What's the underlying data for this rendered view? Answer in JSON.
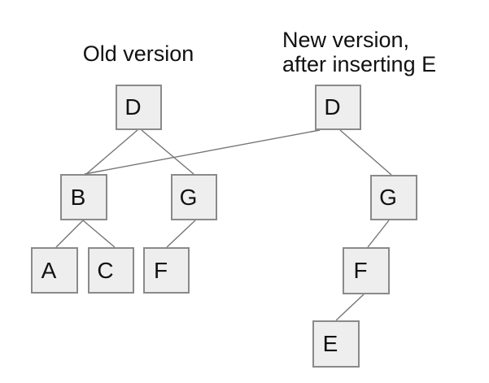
{
  "titles": {
    "old": "Old version",
    "new_line1": "New version,",
    "new_line2": "after inserting E"
  },
  "colors": {
    "background": "#ffffff",
    "node_fill": "#eeeeee",
    "node_border": "#8a8a8a",
    "edge": "#757575",
    "text": "#111111"
  },
  "nodes": {
    "old_d": {
      "label": "D"
    },
    "new_d": {
      "label": "D"
    },
    "b": {
      "label": "B"
    },
    "old_g": {
      "label": "G"
    },
    "new_g": {
      "label": "G"
    },
    "a": {
      "label": "A"
    },
    "c": {
      "label": "C"
    },
    "old_f": {
      "label": "F"
    },
    "new_f": {
      "label": "F"
    },
    "e": {
      "label": "E"
    }
  },
  "edges": [
    {
      "from": "old_d",
      "to": "b"
    },
    {
      "from": "old_d",
      "to": "old_g"
    },
    {
      "from": "new_d",
      "to": "b"
    },
    {
      "from": "new_d",
      "to": "new_g"
    },
    {
      "from": "b",
      "to": "a"
    },
    {
      "from": "b",
      "to": "c"
    },
    {
      "from": "old_g",
      "to": "old_f"
    },
    {
      "from": "new_g",
      "to": "new_f"
    },
    {
      "from": "new_f",
      "to": "e"
    }
  ]
}
